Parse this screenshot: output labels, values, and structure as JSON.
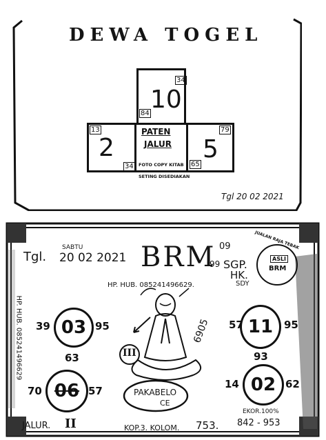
{
  "top_sheet": {
    "brand": "DEWA TOGEL",
    "center_number": "10",
    "left_number": "2",
    "right_number": "5",
    "center_corner": "34",
    "center_inner_corner": "84",
    "left_corner": "13",
    "right_corner": "79",
    "bottom_corner": "34",
    "bottom_corner_right": "65",
    "label_line1": "PATEN",
    "label_line2": "JALUR",
    "small_line1": "FOTO COPY KITAB",
    "small_line2": "SETING DISEDIAKAN",
    "date": "Tgl 20 02 2021"
  },
  "bottom_sheet": {
    "date_label": "Tgl.",
    "day_label": "SABTU",
    "date": "20  02  2021",
    "logo": "BRM",
    "logo_top_num": "09",
    "logo_side_num": "99",
    "markets": [
      "SGP.",
      "HK.",
      "SDY"
    ],
    "stamp_text": "JUALAN RAJA TEBAK",
    "stamp_center": "BRM",
    "stamp_top": "ASLI",
    "hp_line": "HP. HUB. 085241496629.",
    "side_phone": "HP. HUB. 085241496629",
    "circles": [
      {
        "value": "03",
        "left": "39",
        "right": "95",
        "bottom": "63"
      },
      {
        "value": "11",
        "left": "57",
        "right": "95",
        "bottom": "93"
      },
      {
        "value": "06",
        "left": "70",
        "right": "57",
        "bottom": ""
      },
      {
        "value": "02",
        "left": "14",
        "right": "62",
        "bottom": ""
      }
    ],
    "roman": "III",
    "diagonal": "6905",
    "oval_line1": "PAKABELO",
    "oval_line2": "CE",
    "jalur_label": "JALUR.",
    "jalur_value": "II",
    "kop_label": "KOP.3. KOLOM.",
    "kop_value": "753.",
    "ekor_label": "EKOR.100%",
    "ekor_value": "842 - 953"
  }
}
